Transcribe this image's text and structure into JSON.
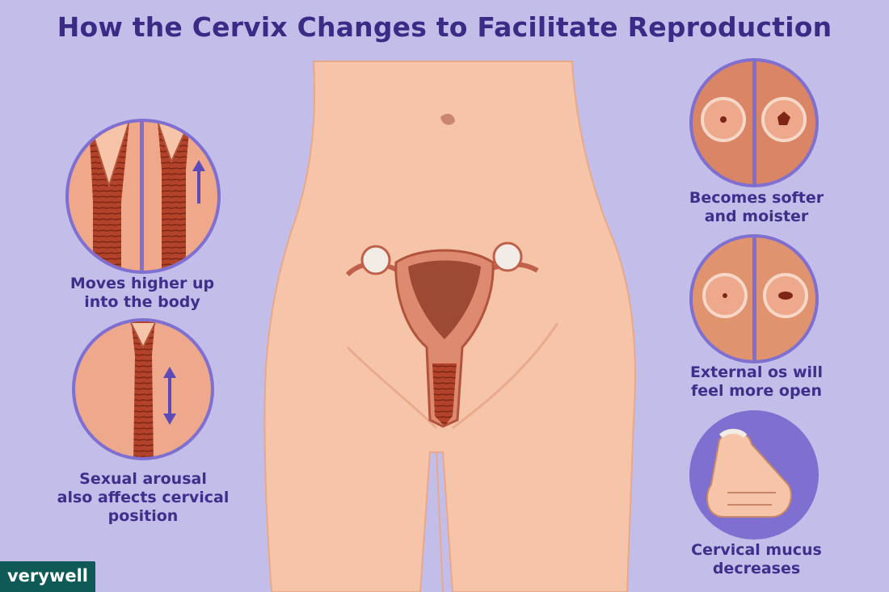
{
  "title": "How the Cervix Changes to Facilitate Reproduction",
  "captions": {
    "moves_higher": [
      "Moves higher up",
      "into the body"
    ],
    "sexual_arousal": [
      "Sexual arousal",
      "also affects cervical",
      "position"
    ],
    "softer_moister": [
      "Becomes softer",
      "and moister"
    ],
    "external_os": [
      "External os will",
      "feel more open"
    ],
    "mucus": [
      "Cervical mucus",
      "decreases"
    ]
  },
  "logo": "verywell",
  "colors": {
    "background": "#c3bde9",
    "title": "#3c2b86",
    "circle_border": "#7e6fd0",
    "skin": "#f6c4a8",
    "tissue": "#d9826a",
    "muscle": "#a63a22",
    "logo_bg": "#0f5a57"
  }
}
